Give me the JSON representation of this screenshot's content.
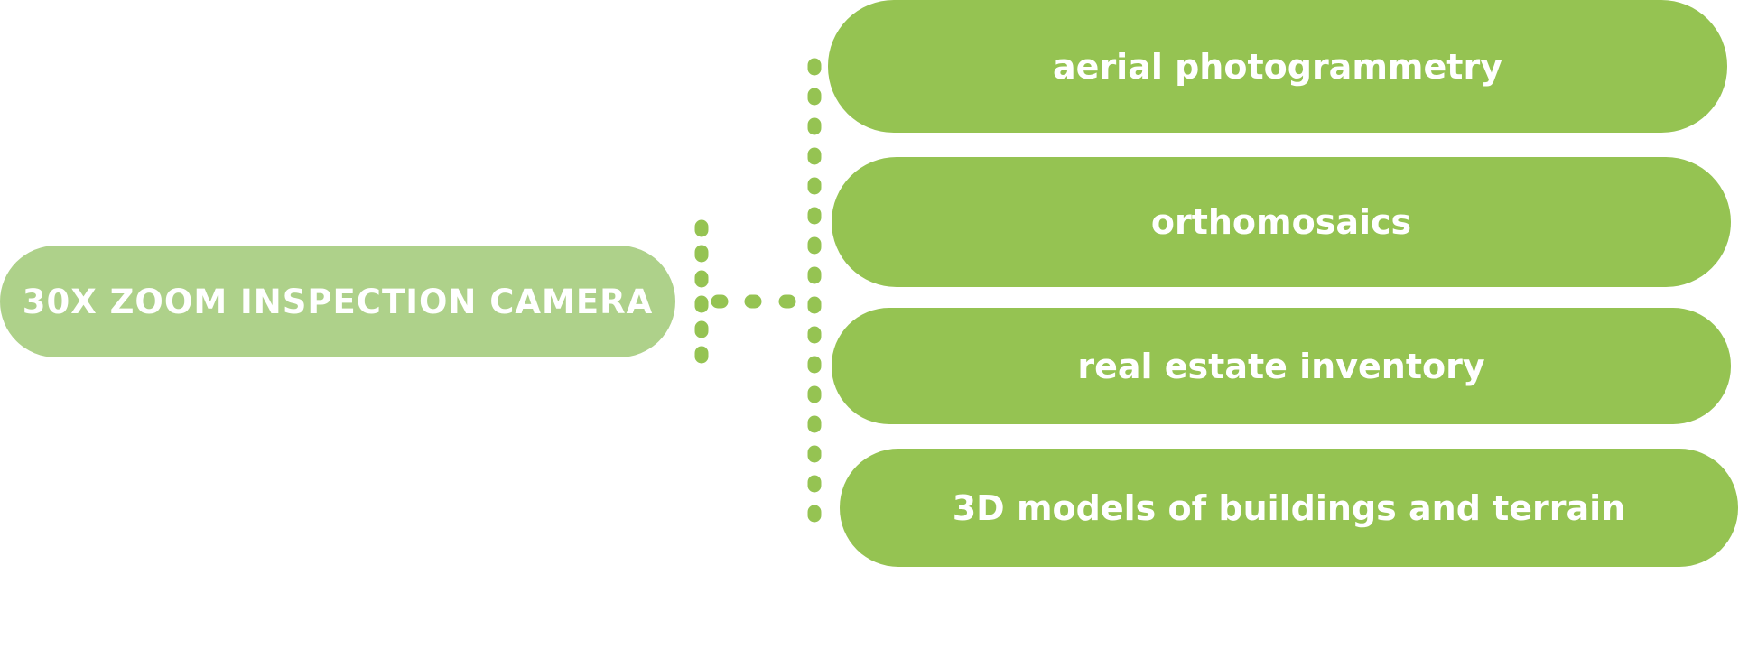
{
  "diagram": {
    "source": {
      "label": "30X ZOOM INSPECTION CAMERA"
    },
    "targets": [
      {
        "label": "aerial photogrammetry"
      },
      {
        "label": "orthomosaics"
      },
      {
        "label": "real estate inventory"
      },
      {
        "label": "3D models of buildings and terrain"
      }
    ],
    "colors": {
      "source_fill": "#aed18a",
      "target_fill": "#95c352",
      "connector_dots": "#95c352",
      "text": "#ffffff"
    }
  }
}
